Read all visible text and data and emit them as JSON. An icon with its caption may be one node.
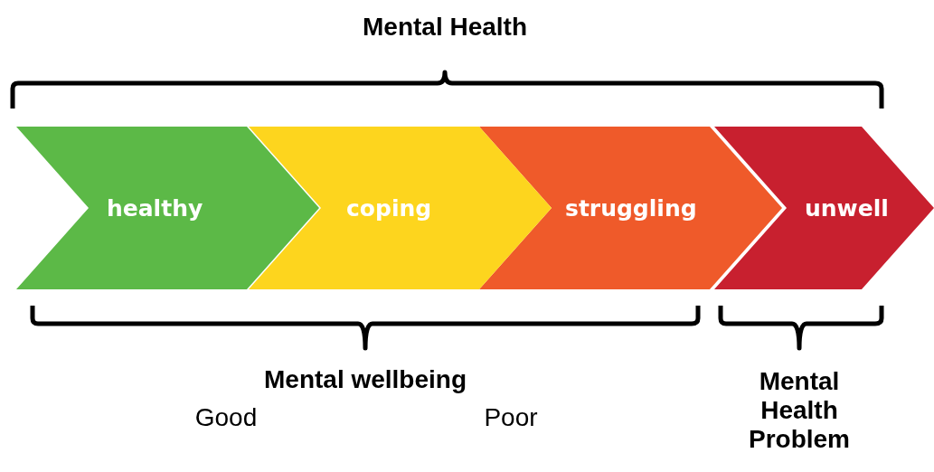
{
  "diagram": {
    "nodes": [
      {
        "text": [
          "healthy"
        ]
      },
      {
        "text": [
          "coping"
        ]
      },
      {
        "text": [
          "struggling"
        ]
      },
      {
        "text": [
          "unwell"
        ]
      }
    ],
    "labels": [
      "Mental Health",
      "Mental wellbeing",
      "Good",
      "Poor",
      "Mental Health Problem"
    ]
  }
}
